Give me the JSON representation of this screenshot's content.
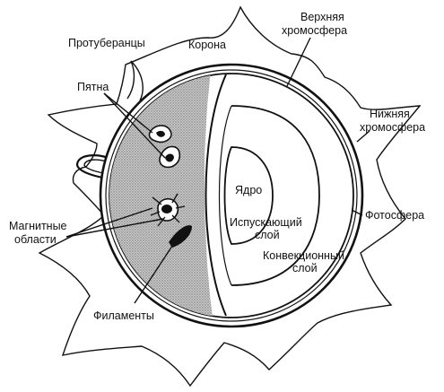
{
  "labels": {
    "prominences": "Протуберанцы",
    "corona": "Корона",
    "upper_chromosphere_1": "Верхняя",
    "upper_chromosphere_2": "хромосфера",
    "spots": "Пятна",
    "lower_chromosphere_1": "Нижняя",
    "lower_chromosphere_2": "хромосфера",
    "core": "Ядро",
    "photosphere": "Фотосфера",
    "radiative_layer_1": "Испускающий",
    "radiative_layer_2": "слой",
    "magnetic_regions_1": "Магнитные",
    "magnetic_regions_2": "области",
    "convective_layer_1": "Конвекционный",
    "convective_layer_2": "слой",
    "filaments": "Филаменты"
  },
  "colors": {
    "ink": "#111111",
    "background": "#ffffff",
    "shading": "#b8b8b8"
  }
}
